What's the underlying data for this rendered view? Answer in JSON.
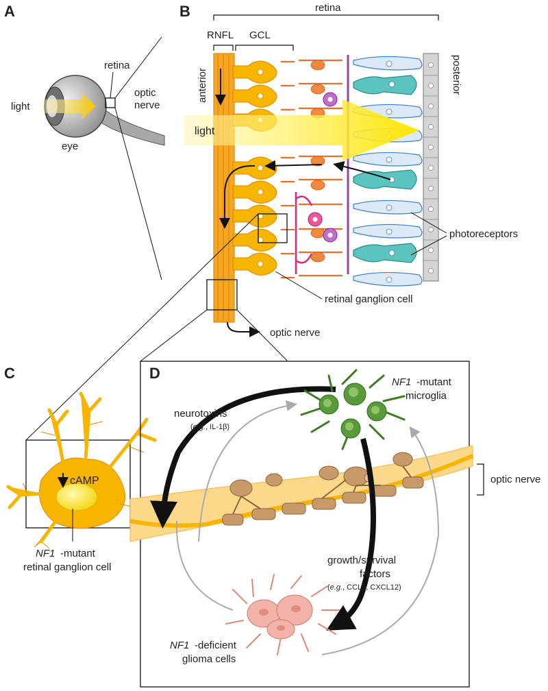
{
  "panels": {
    "a": {
      "letter": "A",
      "light": "light",
      "retina": "retina",
      "optic_nerve_1": "optic",
      "optic_nerve_2": "nerve",
      "eye": "eye"
    },
    "b": {
      "letter": "B",
      "retina": "retina",
      "rnfl": "RNFL",
      "gcl": "GCL",
      "anterior": "anterior",
      "posterior": "posterior",
      "light": "light",
      "photoreceptors": "photoreceptors",
      "retinal_ganglion_cell": "retinal ganglion cell",
      "optic_nerve": "optic nerve"
    },
    "c": {
      "letter": "C",
      "camp": "cAMP",
      "nf1": "NF1",
      "mutant": "-mutant",
      "rgc": "retinal ganglion cell"
    },
    "d": {
      "letter": "D",
      "nf1_micro": "NF1",
      "mutant_micro": "-mutant",
      "microglia": "microglia",
      "neurotoxins": "neurotoxins",
      "eg1_open": "(",
      "eg1_it": "e.g.",
      "eg1_rest": ", IL-1β)",
      "optic_nerve": "optic nerve",
      "growth_1": "growth/survival",
      "growth_2": "factors",
      "eg2_open": "(",
      "eg2_it": "e.g.",
      "eg2_rest": ", CCL5, CXCL12)",
      "nf1_glioma": "NF1",
      "deficient": "-deficient",
      "glioma": "glioma cells"
    }
  },
  "colors": {
    "axon_orange": "#f5a623",
    "gold": "#f7b500",
    "teal": "#5bc4bf",
    "blue": "#3d7fc8",
    "purple": "#9b3fa8",
    "magenta": "#e0287a",
    "light_yellow": "#fff200",
    "microglia_green": "#5a9a3a",
    "glioma_pink": "#f3b3a8",
    "oligo_brown": "#b88a5c"
  }
}
